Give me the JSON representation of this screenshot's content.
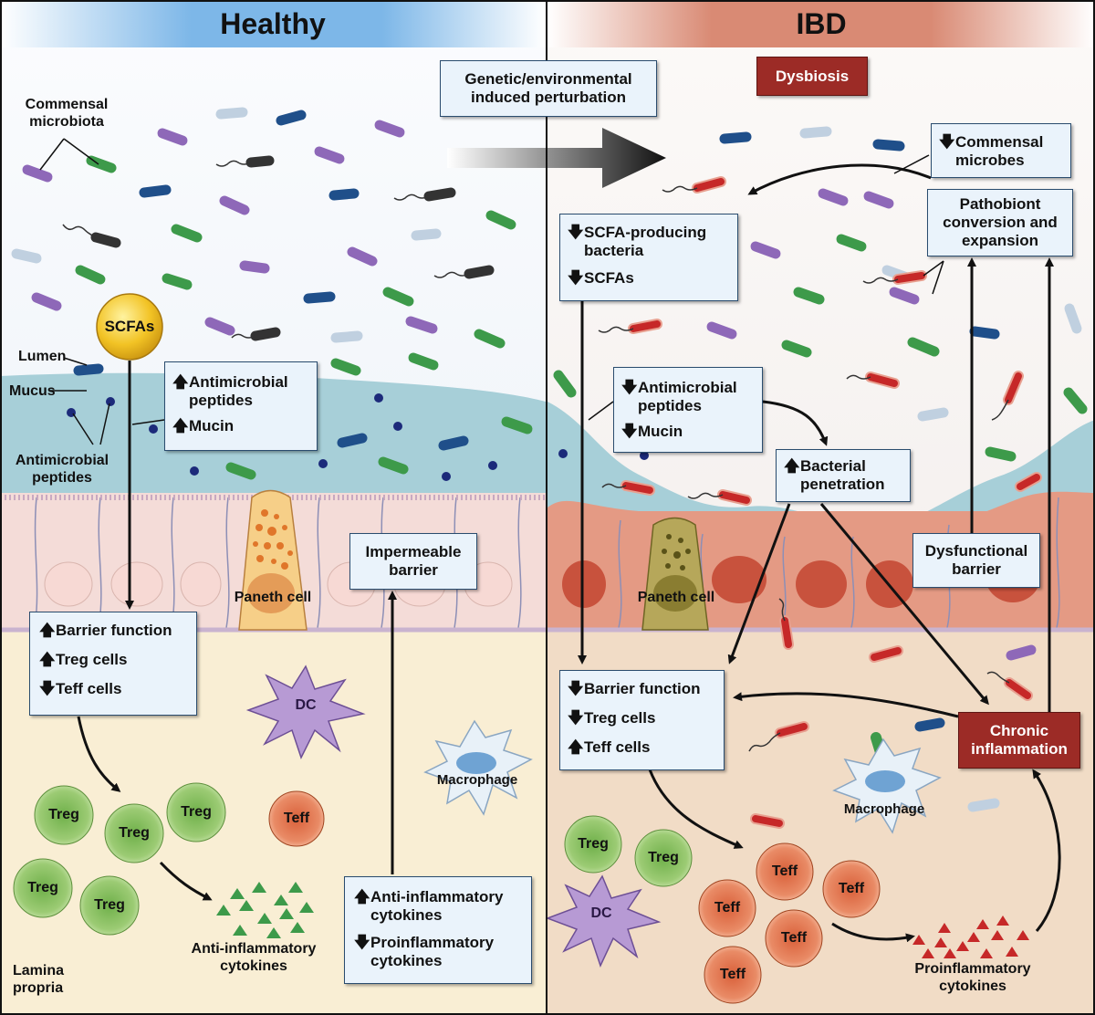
{
  "colors": {
    "healthy_header": "#7db7e8",
    "ibd_header": "#d98a74",
    "mucus": "#a7cfd8",
    "lumen": "#edf3f8",
    "epithelium_healthy": "#f4dcd8",
    "epithelium_ibd": "#e49a84",
    "lamina_healthy": "#f9eed4",
    "lamina_ibd": "#f1dcc6",
    "red_label": "#9c2b26"
  },
  "headers": {
    "healthy": "Healthy",
    "ibd": "IBD"
  },
  "labels": {
    "commensal_microbiota": "Commensal microbiota",
    "lumen": "Lumen",
    "mucus": "Mucus",
    "antimicrobial_peptides": "Antimicrobial peptides",
    "scfas": "SCFAs",
    "paneth_cell_healthy": "Paneth cell",
    "paneth_cell_ibd": "Paneth cell",
    "dc_healthy": "DC",
    "dc_ibd": "DC",
    "macrophage_healthy": "Macrophage",
    "macrophage_ibd": "Macrophage",
    "anti_inflammatory_cytokines": "Anti-inflammatory cytokines",
    "proinflammatory_cytokines": "Proinflammatory cytokines",
    "lamina_propria": "Lamina propria",
    "treg": "Treg",
    "teff": "Teff"
  },
  "boxes": {
    "perturbation": "Genetic/environmental induced perturbation",
    "dysbiosis": "Dysbiosis",
    "healthy_amp": {
      "line1": "Antimicrobial peptides",
      "line2": "Mucin"
    },
    "impermeable_barrier": "Impermeable barrier",
    "healthy_barrier": {
      "line1": "Barrier function",
      "line2": "Treg cells",
      "line3": "Teff cells"
    },
    "healthy_cytokines": {
      "line1": "Anti-inflammatory cytokines",
      "line2": "Proinflammatory cytokines"
    },
    "commensal_microbes": "Commensal microbes",
    "pathobiont": "Pathobiont conversion and expansion",
    "scfa_producing": {
      "line1": "SCFA-producing bacteria",
      "line2": "SCFAs"
    },
    "ibd_amp": {
      "line1": "Antimicrobial peptides",
      "line2": "Mucin"
    },
    "bacterial_penetration": "Bacterial penetration",
    "dysfunctional_barrier": "Dysfunctional barrier",
    "ibd_barrier": {
      "line1": "Barrier function",
      "line2": "Treg cells",
      "line3": "Teff cells"
    },
    "chronic_inflammation": "Chronic inflammation"
  }
}
